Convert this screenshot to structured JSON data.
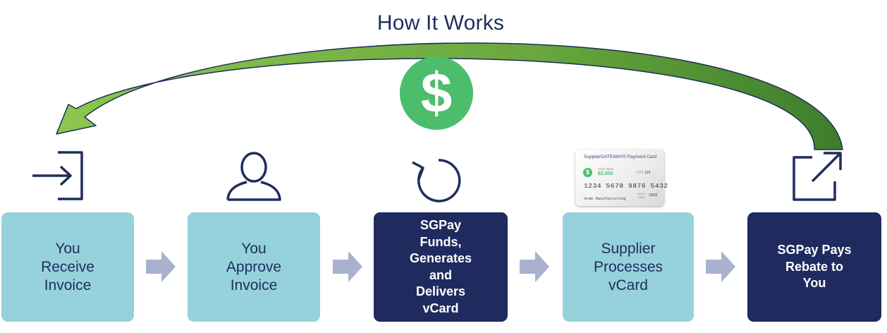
{
  "title": "How It Works",
  "center_icon": {
    "name": "dollar-icon",
    "glyph": "$",
    "color": "#4cbd6c"
  },
  "arrow_colors": {
    "light": "#8cc74e",
    "dark": "#3e7d2c",
    "outline": "#1f2d5c"
  },
  "steps": [
    {
      "label": "You\nReceive\nInvoice",
      "style": "light",
      "icon": "sign-in-icon"
    },
    {
      "label": "You\nApprove\nInvoice",
      "style": "light",
      "icon": "user-icon"
    },
    {
      "label": "SGPay\nFunds,\nGenerates\nand\nDelivers\nvCard",
      "style": "dark",
      "icon": "refresh-icon"
    },
    {
      "label": "Supplier\nProcesses\nvCard",
      "style": "light",
      "icon": "payment-card-image"
    },
    {
      "label": "SGPay Pays\nRebate to\nYou",
      "style": "dark",
      "icon": "external-link-icon"
    }
  ],
  "card": {
    "brand": "SupplierGATEWAY® Payment Card",
    "logo_glyph": "$",
    "value_label": "Card Value",
    "value": "$2,500",
    "cvv_label": "CVV",
    "cvv": "123",
    "number": "1234 5678 9876 5432",
    "holder": "Acme Manufacturing",
    "expiry_label": "VALID\nTHRU",
    "expiry": "10/22"
  },
  "colors": {
    "light_box": "#96d2dc",
    "dark_box": "#1f2b5e",
    "chevron": "#a9b1cf",
    "navy": "#1f2d5c"
  }
}
